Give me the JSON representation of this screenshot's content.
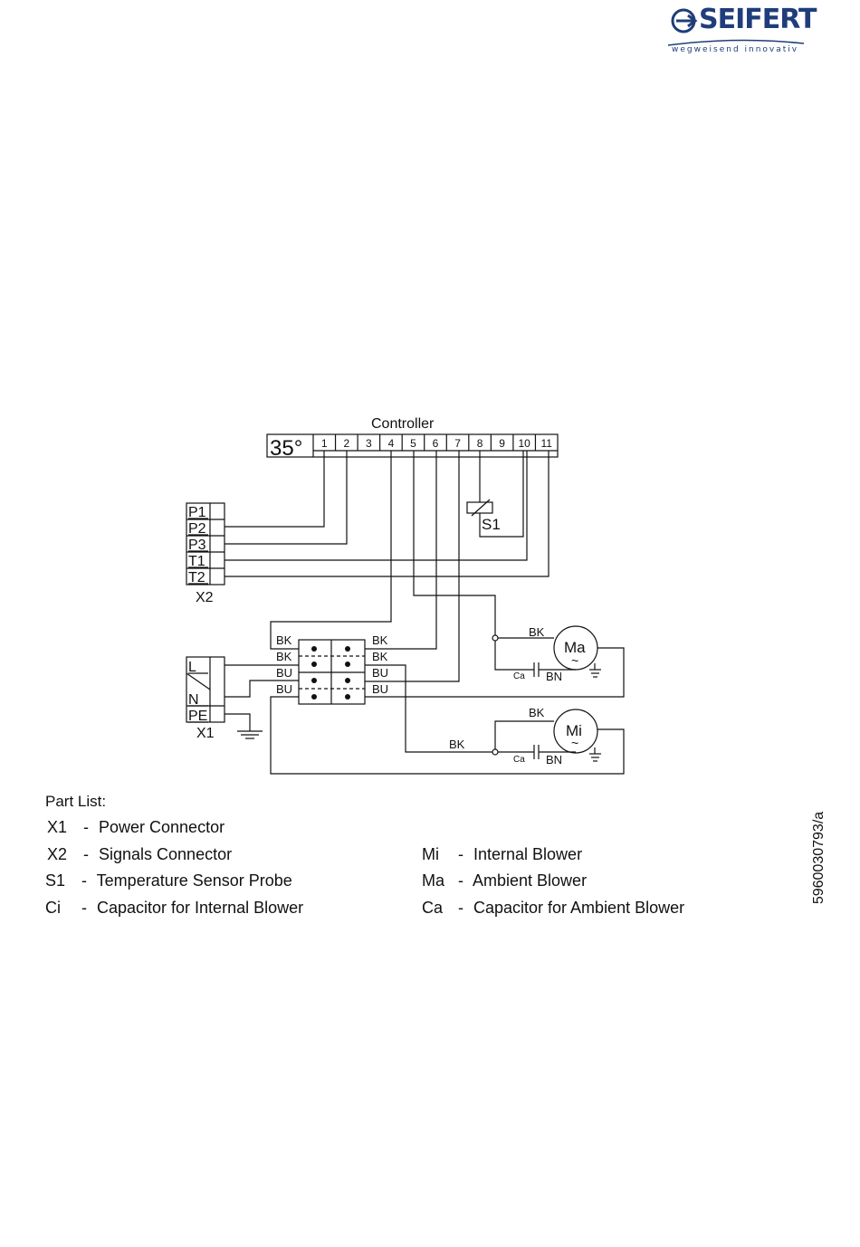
{
  "header": {
    "brand": "SEIFERT",
    "tagline": "wegweisend innovativ"
  },
  "diagram": {
    "controller": {
      "title": "Controller",
      "display": "35°",
      "terminals": [
        "1",
        "2",
        "3",
        "4",
        "5",
        "6",
        "7",
        "8",
        "9",
        "10",
        "11"
      ]
    },
    "sensor_label": "S1",
    "x2": {
      "pins": [
        "P1",
        "P2",
        "P3",
        "T1",
        "T2"
      ],
      "label": "X2"
    },
    "x1": {
      "pins": [
        "L",
        "N",
        "PE"
      ],
      "label": "X1"
    },
    "terminal_block": {
      "left_wires": [
        "BK",
        "BK",
        "BU",
        "BU"
      ],
      "right_wires": [
        "BK",
        "BK",
        "BU",
        "BU"
      ]
    },
    "motor_a": {
      "label": "Ma",
      "symbol": "~",
      "wire_in": "BK",
      "cap": "Ca",
      "cap_wire": "BN"
    },
    "motor_i": {
      "label": "Mi",
      "symbol": "~",
      "wire_in": "BK",
      "wire_left": "BK",
      "cap": "Ca",
      "cap_wire": "BN"
    }
  },
  "parts": {
    "title": "Part List:",
    "items": [
      {
        "code": "X1",
        "desc": "Power Connector"
      },
      {
        "code": "X2",
        "desc": "Signals  Connector"
      },
      {
        "code": "S1",
        "desc": "Temperature  Sensor  Probe"
      },
      {
        "code": "Ci",
        "desc": "Capacitor for Internal Blower"
      },
      {
        "code": "Mi",
        "desc": "Internal Blower"
      },
      {
        "code": "Ma",
        "desc": "Ambient Blower"
      },
      {
        "code": "Ca",
        "desc": "Capacitor for Ambient Blower"
      }
    ]
  },
  "document_number": "5960030793/a",
  "colors": {
    "brand": "#1f3d7a",
    "line": "#111111"
  }
}
